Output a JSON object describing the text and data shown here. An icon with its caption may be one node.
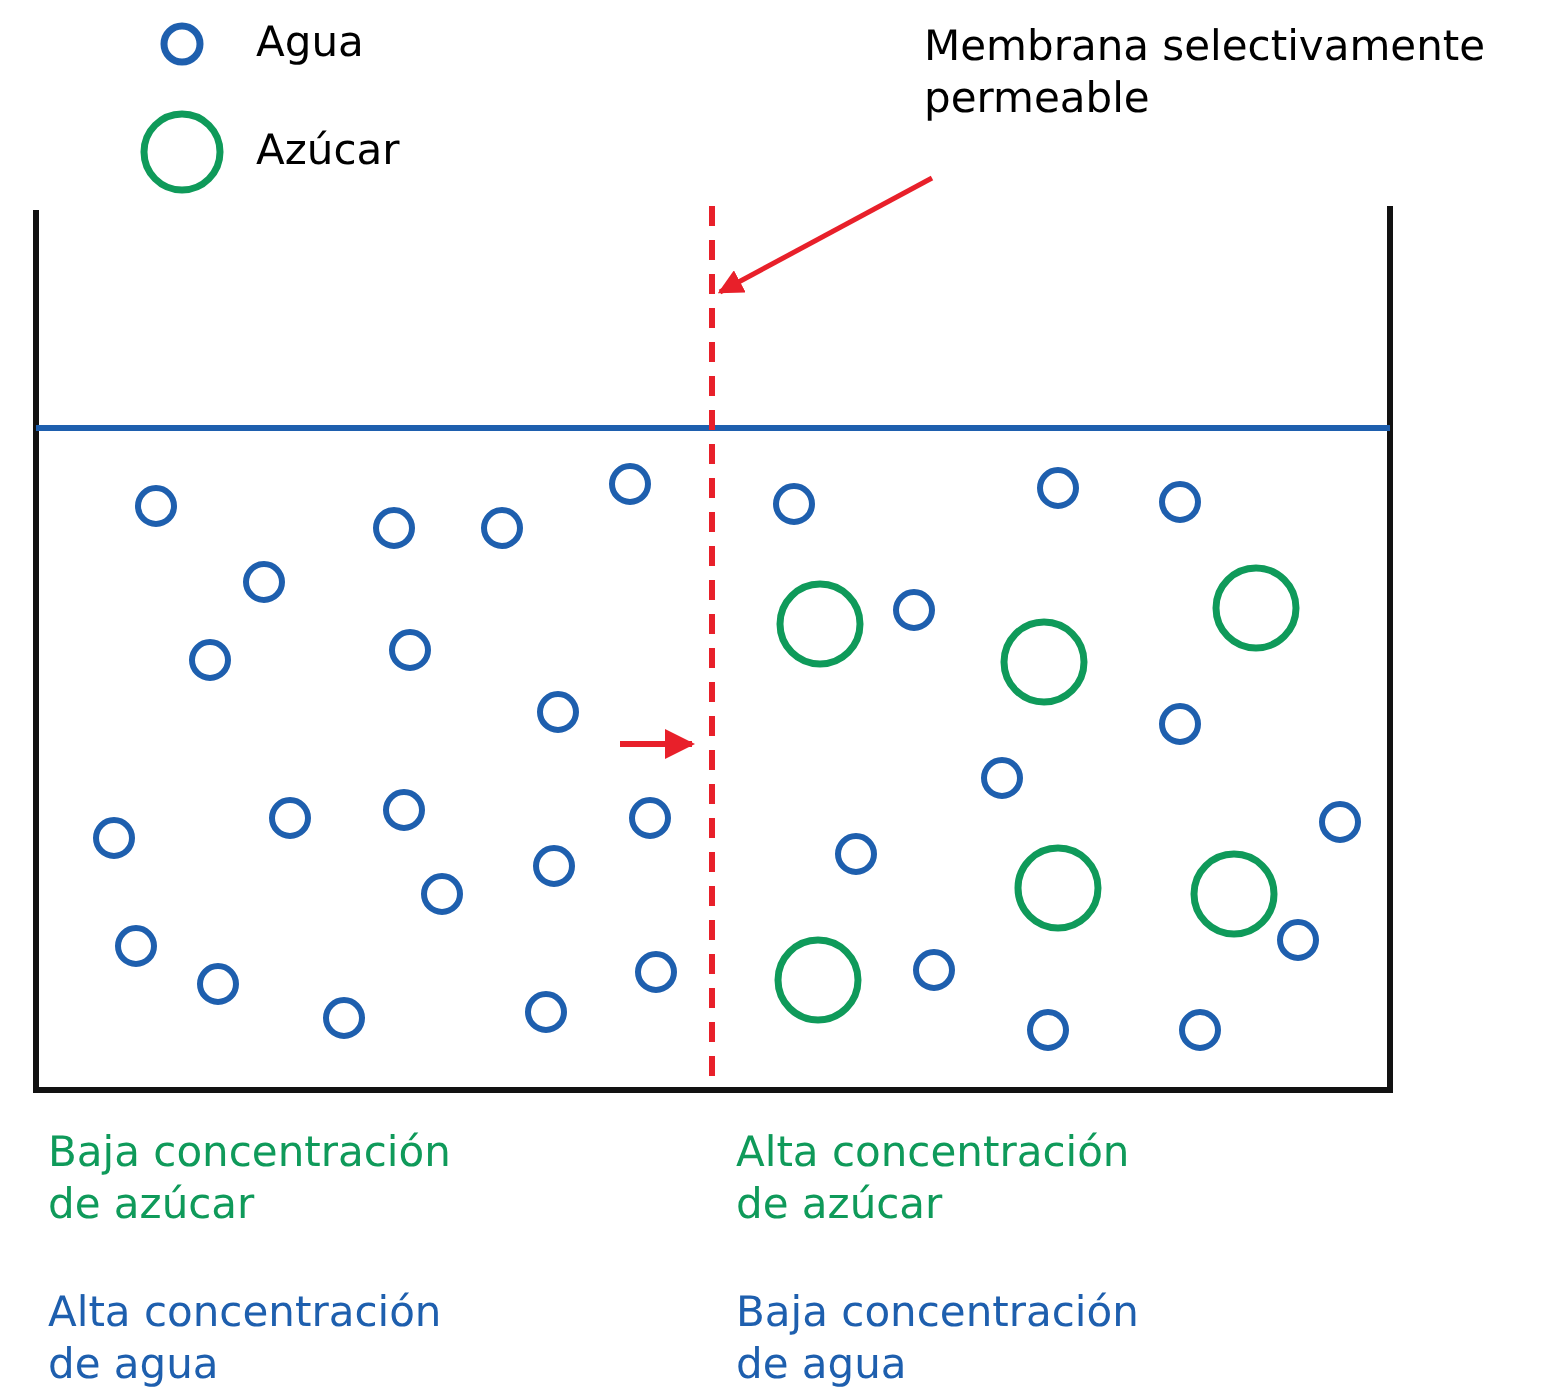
{
  "diagram": {
    "nodes": [
      {
        "text": [
          "Membrana selectivamente permeable"
        ]
      },
      {
        "text": [],
        "shape": "line"
      }
    ],
    "edges": [
      {
        "from": 0,
        "to": 1,
        "arrow": "to",
        "color": "#e8202a"
      }
    ],
    "labels": [
      "Baja concentración de azúcar",
      "Alta concentración de azúcar",
      "Alta concentración de agua",
      "Baja concentración de agua"
    ],
    "legend": [
      {
        "text": "Agua",
        "color": "#1e5fae"
      },
      {
        "text": "Azúcar",
        "color": "#0f9a5a"
      }
    ]
  }
}
